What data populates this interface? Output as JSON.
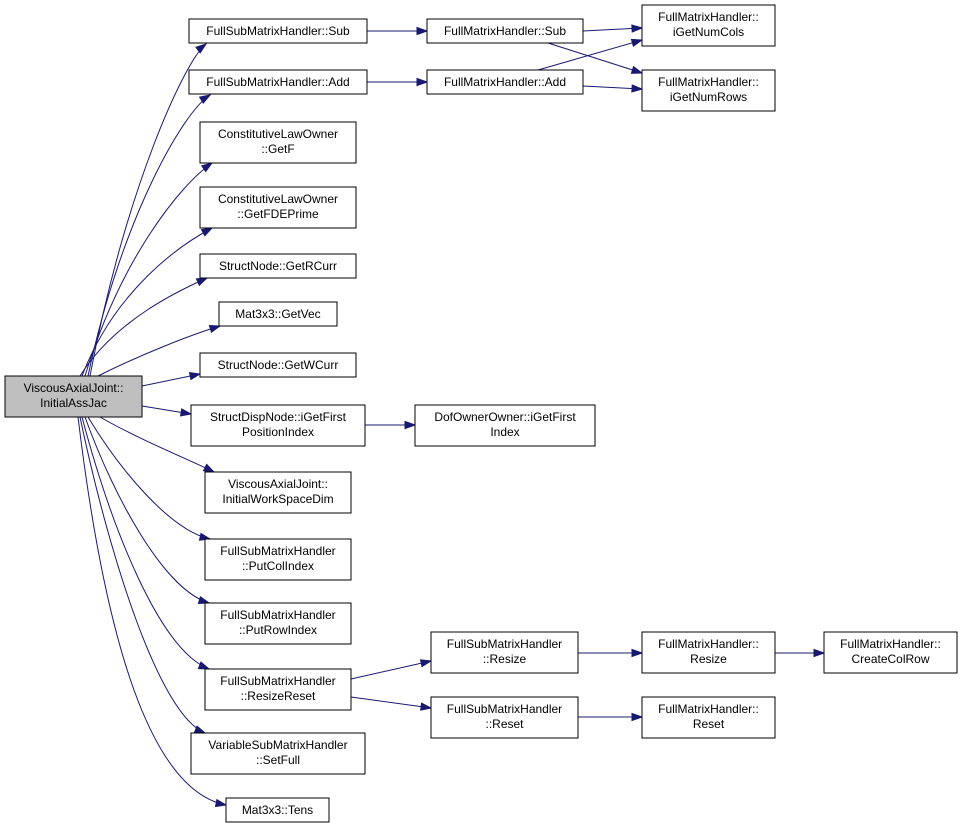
{
  "colors": {
    "edge": "#191970",
    "root_fill": "#bfbfbf",
    "node_fill": "#ffffff",
    "border": "#000000"
  },
  "nodes": {
    "root": [
      "ViscousAxialJoint::",
      "InitialAssJac"
    ],
    "fsub_sub": [
      "FullSubMatrixHandler::Sub"
    ],
    "fsub_add": [
      "FullSubMatrixHandler::Add"
    ],
    "clo_getf": [
      "ConstitutiveLawOwner",
      "::GetF"
    ],
    "clo_getfde": [
      "ConstitutiveLawOwner",
      "::GetFDEPrime"
    ],
    "sn_getrcurr": [
      "StructNode::GetRCurr"
    ],
    "mat_getvec": [
      "Mat3x3::GetVec"
    ],
    "sn_getwcurr": [
      "StructNode::GetWCurr"
    ],
    "sdn_igetfirst": [
      "StructDispNode::iGetFirst",
      "PositionIndex"
    ],
    "vaj_initws": [
      "ViscousAxialJoint::",
      "InitialWorkSpaceDim"
    ],
    "fsub_putcol": [
      "FullSubMatrixHandler",
      "::PutColIndex"
    ],
    "fsub_putrow": [
      "FullSubMatrixHandler",
      "::PutRowIndex"
    ],
    "fsub_resizereset": [
      "FullSubMatrixHandler",
      "::ResizeReset"
    ],
    "vsub_setfull": [
      "VariableSubMatrixHandler",
      "::SetFull"
    ],
    "mat_tens": [
      "Mat3x3::Tens"
    ],
    "fm_sub": [
      "FullMatrixHandler::Sub"
    ],
    "fm_add": [
      "FullMatrixHandler::Add"
    ],
    "fm_getcols": [
      "FullMatrixHandler::",
      "iGetNumCols"
    ],
    "fm_getrows": [
      "FullMatrixHandler::",
      "iGetNumRows"
    ],
    "doo_igetfirst": [
      "DofOwnerOwner::iGetFirst",
      "Index"
    ],
    "fsub_resize": [
      "FullSubMatrixHandler",
      "::Resize"
    ],
    "fsub_reset": [
      "FullSubMatrixHandler",
      "::Reset"
    ],
    "fm_resize": [
      "FullMatrixHandler::",
      "Resize"
    ],
    "fm_reset": [
      "FullMatrixHandler::",
      "Reset"
    ],
    "fm_createcolrow": [
      "FullMatrixHandler::",
      "CreateColRow"
    ]
  },
  "edges": [
    [
      "root",
      "fsub_sub"
    ],
    [
      "root",
      "fsub_add"
    ],
    [
      "root",
      "clo_getf"
    ],
    [
      "root",
      "clo_getfde"
    ],
    [
      "root",
      "sn_getrcurr"
    ],
    [
      "root",
      "mat_getvec"
    ],
    [
      "root",
      "sn_getwcurr"
    ],
    [
      "root",
      "sdn_igetfirst"
    ],
    [
      "root",
      "vaj_initws"
    ],
    [
      "root",
      "fsub_putcol"
    ],
    [
      "root",
      "fsub_putrow"
    ],
    [
      "root",
      "fsub_resizereset"
    ],
    [
      "root",
      "vsub_setfull"
    ],
    [
      "root",
      "mat_tens"
    ],
    [
      "fsub_sub",
      "fm_sub"
    ],
    [
      "fsub_add",
      "fm_add"
    ],
    [
      "fm_sub",
      "fm_getcols"
    ],
    [
      "fm_sub",
      "fm_getrows"
    ],
    [
      "fm_add",
      "fm_getcols"
    ],
    [
      "fm_add",
      "fm_getrows"
    ],
    [
      "sdn_igetfirst",
      "doo_igetfirst"
    ],
    [
      "fsub_resizereset",
      "fsub_resize"
    ],
    [
      "fsub_resizereset",
      "fsub_reset"
    ],
    [
      "fsub_resize",
      "fm_resize"
    ],
    [
      "fsub_reset",
      "fm_reset"
    ],
    [
      "fm_resize",
      "fm_createcolrow"
    ]
  ]
}
